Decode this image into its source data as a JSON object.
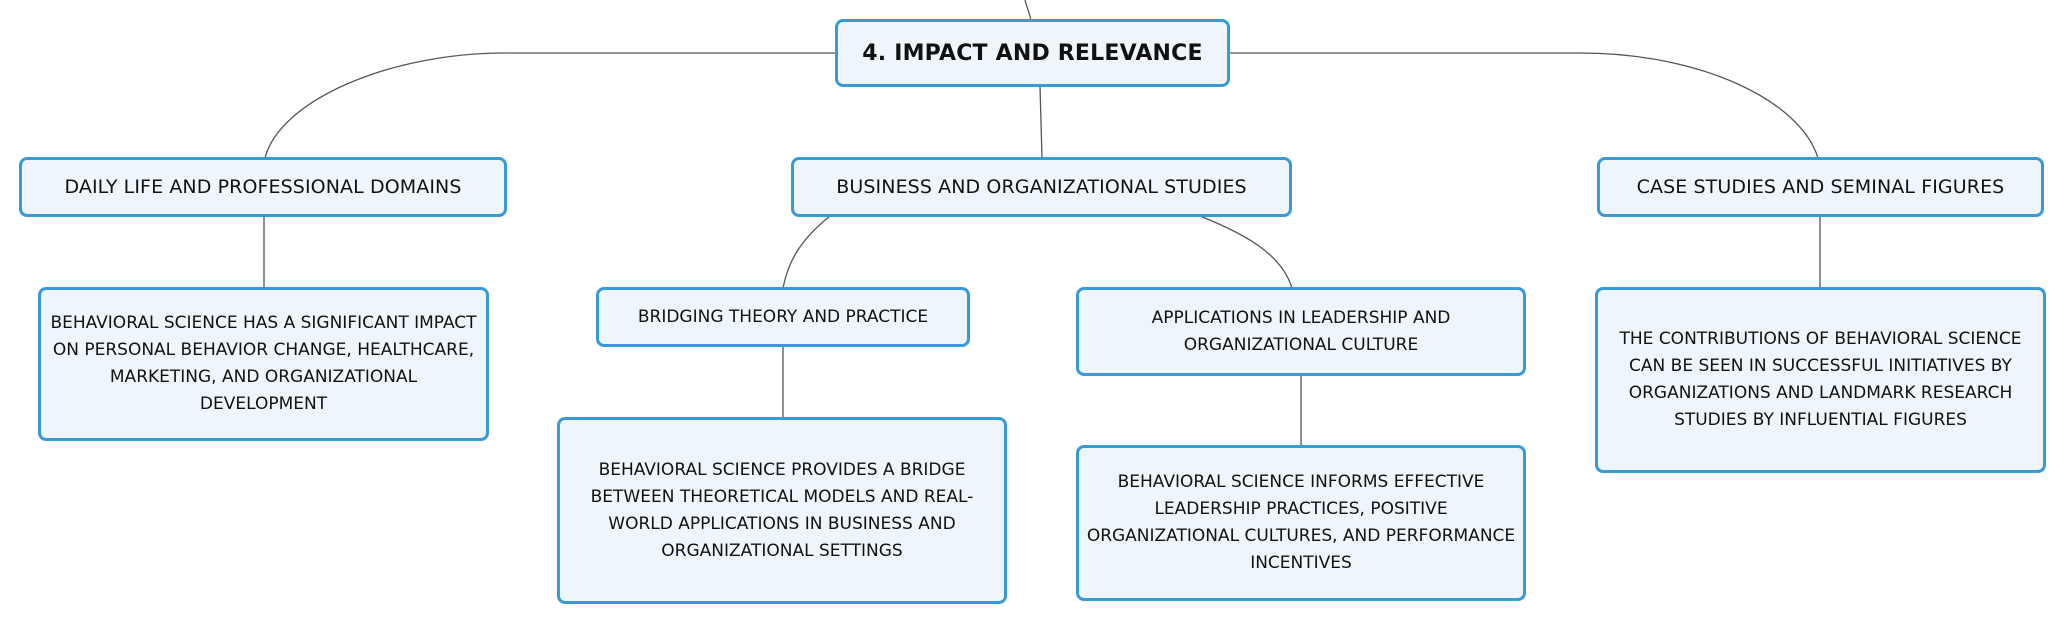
{
  "diagram": {
    "type": "mind-map",
    "root": {
      "id": "root",
      "label": "4. IMPACT AND RELEVANCE"
    },
    "topics": [
      {
        "id": "daily",
        "label": "DAILY LIFE AND PROFESSIONAL DOMAINS",
        "children": [
          {
            "id": "daily-detail",
            "label": "BEHAVIORAL SCIENCE HAS A SIGNIFICANT IMPACT ON PERSONAL BEHAVIOR CHANGE, HEALTHCARE, MARKETING, AND ORGANIZATIONAL DEVELOPMENT"
          }
        ]
      },
      {
        "id": "business",
        "label": "BUSINESS AND ORGANIZATIONAL STUDIES",
        "children": [
          {
            "id": "bridging",
            "label": "BRIDGING THEORY AND PRACTICE",
            "children": [
              {
                "id": "bridging-detail",
                "label": "BEHAVIORAL SCIENCE PROVIDES A BRIDGE BETWEEN THEORETICAL MODELS AND REAL-WORLD APPLICATIONS IN BUSINESS AND ORGANIZATIONAL SETTINGS"
              }
            ]
          },
          {
            "id": "leadership",
            "label": "APPLICATIONS IN LEADERSHIP AND ORGANIZATIONAL CULTURE",
            "children": [
              {
                "id": "leadership-detail",
                "label": "BEHAVIORAL SCIENCE INFORMS EFFECTIVE LEADERSHIP PRACTICES, POSITIVE ORGANIZATIONAL CULTURES, AND PERFORMANCE INCENTIVES"
              }
            ]
          }
        ]
      },
      {
        "id": "cases",
        "label": "CASE STUDIES AND SEMINAL FIGURES",
        "children": [
          {
            "id": "cases-detail",
            "label": "THE CONTRIBUTIONS OF BEHAVIORAL SCIENCE CAN BE SEEN IN SUCCESSFUL INITIATIVES BY ORGANIZATIONS AND LANDMARK RESEARCH STUDIES BY INFLUENTIAL FIGURES"
          }
        ]
      }
    ],
    "colors": {
      "node_border": "#3a9ad9",
      "node_fill": "#eef6fc",
      "connector": "#555555",
      "text": "#111111"
    }
  }
}
